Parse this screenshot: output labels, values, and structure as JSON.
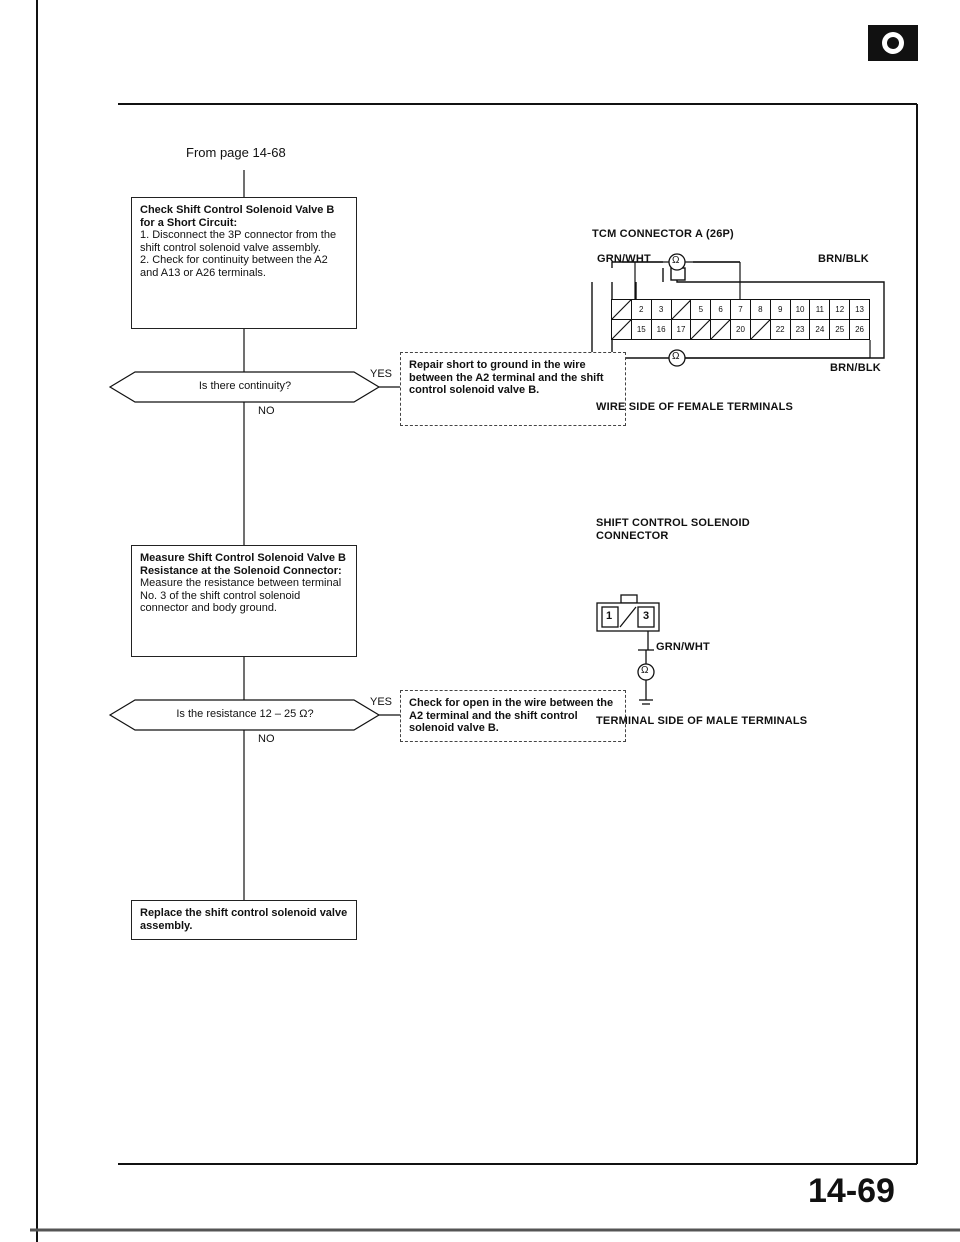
{
  "from_page": "From page 14-68",
  "flow": {
    "step1_title": "Check Shift Control Solenoid Valve B for a Short Circuit:",
    "step1_body": "1. Disconnect the 3P connector from the shift control solenoid valve assembly.\n2. Check for continuity between the A2 and A13 or A26 terminals.",
    "q1": "Is there continuity?",
    "q1_yes_action": "Repair short to ground in the wire between the A2 terminal and the shift control solenoid valve B.",
    "step2_title": "Measure Shift Control Solenoid Valve B Resistance at the Solenoid Connector:",
    "step2_body": "Measure the resistance between terminal No. 3 of the shift control solenoid connector and body ground.",
    "q2": "Is the resistance 12 – 25 Ω?",
    "q2_yes_action": "Check for open in the wire between the A2 terminal and the shift control solenoid valve B.",
    "final_action": "Replace the shift control solenoid valve assembly.",
    "yes": "YES",
    "no": "NO"
  },
  "tcm": {
    "title": "TCM CONNECTOR A (26P)",
    "wire_left": "GRN/WHT",
    "wire_right": "BRN/BLK",
    "wire_bottom": "BRN/BLK",
    "ohm": "Ω",
    "row1": [
      "",
      "2",
      "3",
      "",
      "5",
      "6",
      "7",
      "8",
      "9",
      "10",
      "11",
      "12",
      "13"
    ],
    "row2": [
      "",
      "15",
      "16",
      "17",
      "",
      "",
      "20",
      "",
      "22",
      "23",
      "24",
      "25",
      "26"
    ],
    "caption": "WIRE SIDE OF FEMALE TERMINALS"
  },
  "solenoid": {
    "title_line1": "SHIFT CONTROL SOLENOID",
    "title_line2": "CONNECTOR",
    "pin1": "1",
    "pin3": "3",
    "wire": "GRN/WHT",
    "ohm": "Ω",
    "caption": "TERMINAL SIDE OF MALE TERMINALS"
  },
  "page_number": "14-69"
}
